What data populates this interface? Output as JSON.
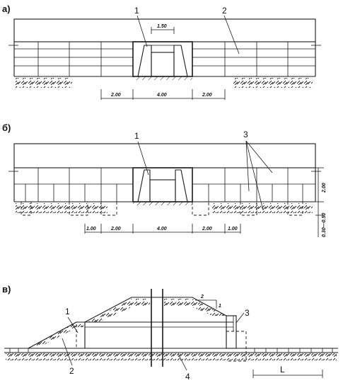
{
  "panels": {
    "a": {
      "letter": "а)",
      "callouts": [
        "1",
        "2"
      ],
      "top_dim": "1.50",
      "dims": [
        "2.00",
        "4.00",
        "2.00"
      ]
    },
    "b": {
      "letter": "б)",
      "callouts": [
        "1",
        "3"
      ],
      "dims": [
        "1.00",
        "2.00",
        "4.00",
        "2.00",
        "1.00"
      ],
      "side_dims": [
        "2.00",
        "0.30—0.50"
      ]
    },
    "c": {
      "letter": "в)",
      "callouts": [
        "1",
        "2",
        "3",
        "4"
      ],
      "slope_marks": [
        "2",
        "1"
      ],
      "length_label": "L"
    }
  }
}
